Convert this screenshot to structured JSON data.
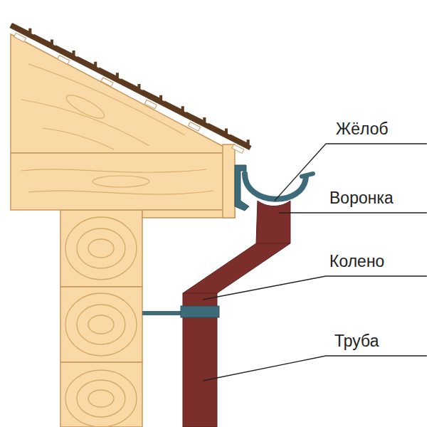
{
  "diagram": {
    "labels": [
      "Жёлоб",
      "Воронка",
      "Колено",
      "Труба"
    ]
  }
}
